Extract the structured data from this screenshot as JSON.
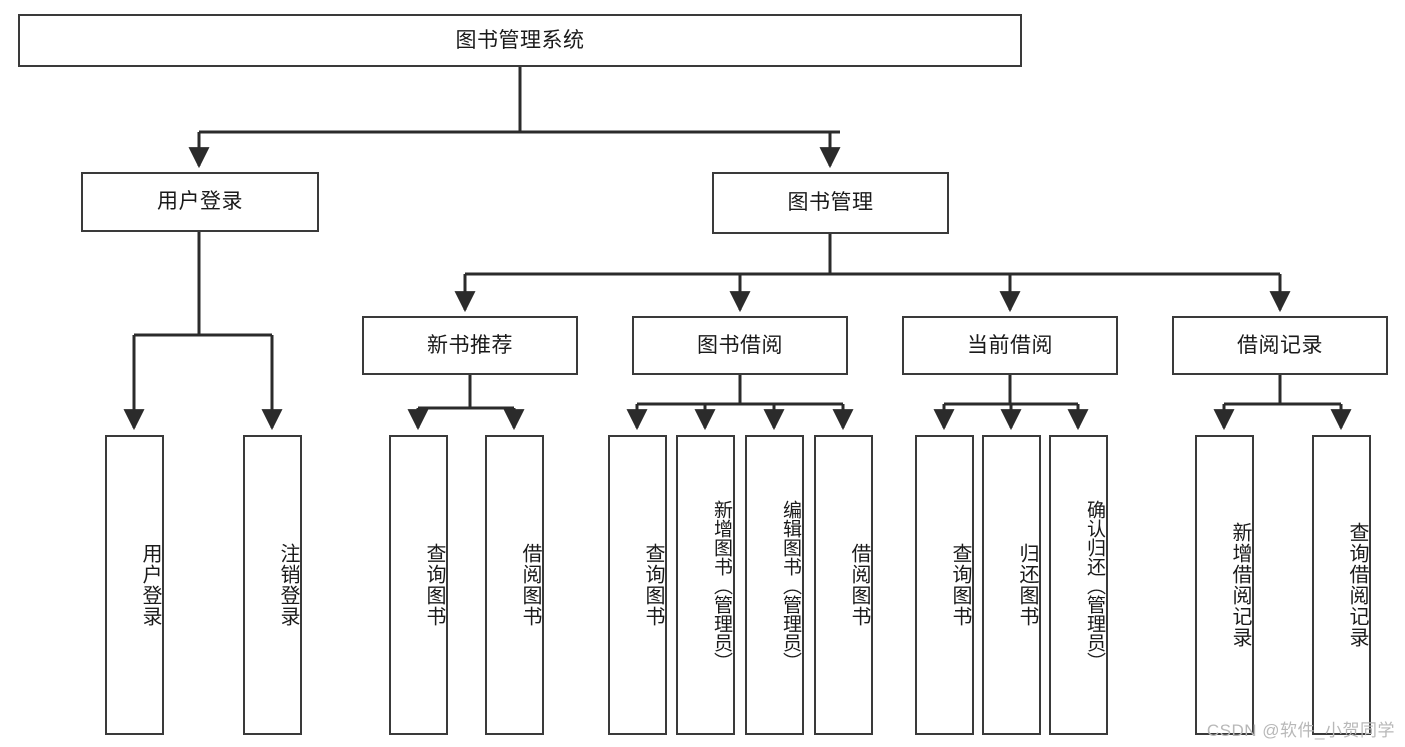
{
  "diagram": {
    "type": "tree-hierarchy-chart",
    "title_text": "图书管理系统",
    "colors": {
      "box_border": "#3a3a3a",
      "box_fill": "#ffffff",
      "connector": "#2b2b2b",
      "text": "#1a1a1a",
      "background": "#ffffff",
      "watermark": "#b8b8b8"
    },
    "root": {
      "label": "图书管理系统"
    },
    "level2": [
      {
        "label": "用户登录"
      },
      {
        "label": "图书管理"
      }
    ],
    "level3": [
      {
        "label": "新书推荐"
      },
      {
        "label": "图书借阅"
      },
      {
        "label": "当前借阅"
      },
      {
        "label": "借阅记录"
      }
    ],
    "leaves": {
      "user_login": [
        {
          "label": "用户登录"
        },
        {
          "label": "注销登录"
        }
      ],
      "new_book_recommend": [
        {
          "label": "查询图书"
        },
        {
          "label": "借阅图书"
        }
      ],
      "book_borrow": [
        {
          "label": "查询图书"
        },
        {
          "label": "新增图书（管理员）"
        },
        {
          "label": "编辑图书（管理员）"
        },
        {
          "label": "借阅图书"
        }
      ],
      "current_borrow": [
        {
          "label": "查询图书"
        },
        {
          "label": "归还图书"
        },
        {
          "label": "确认归还（管理员）"
        }
      ],
      "borrow_record": [
        {
          "label": "新增借阅记录"
        },
        {
          "label": "查询借阅记录"
        }
      ]
    }
  },
  "watermark": {
    "text": "CSDN @软件_小贺同学"
  }
}
